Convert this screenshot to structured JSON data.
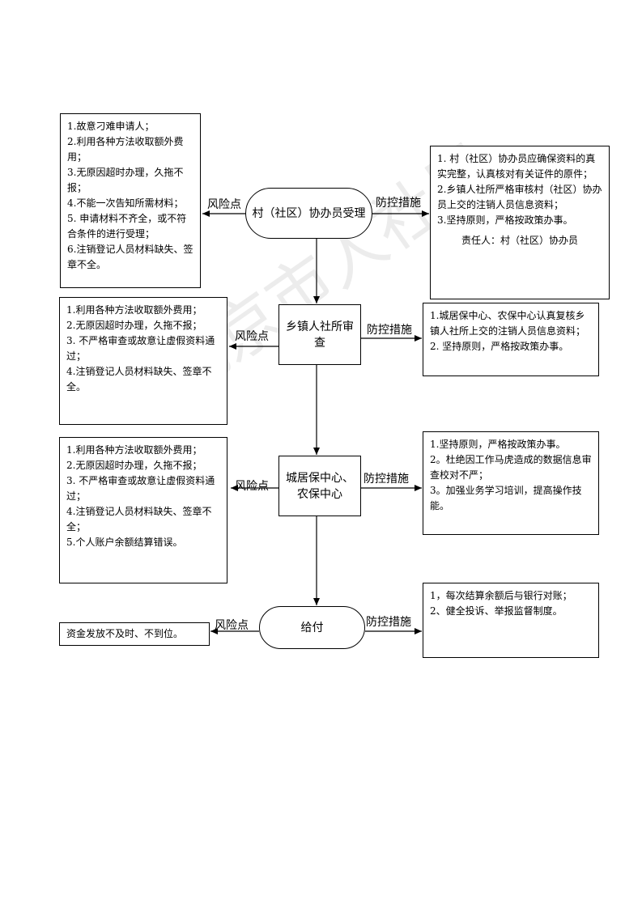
{
  "watermark": "北京市人社局",
  "labels": {
    "risk": "风险点",
    "control": "防控措施"
  },
  "steps": [
    {
      "node": "村（社区）协办员受理",
      "risks": [
        "1.故意刁难申请人；",
        "2.利用各种方法收取额外费用；",
        "3.无原因超时办理，久拖不报；",
        "4.不能一次告知所需材料；",
        "5. 申请材料不齐全，或不符合条件的进行受理；",
        "6.注销登记人员材料缺失、签章不全。"
      ],
      "controls": [
        "1. 村（社区）协办员应确保资料的真实完整，认真核对有关证件的原件；",
        "2.乡镇人社所严格审核村（社区）协办员上交的注销人员信息资料；",
        "3.坚持原则，严格按政策办事。"
      ],
      "responsible": "责任人：村（社区）协办员"
    },
    {
      "node": "乡镇人社所审查",
      "risks": [
        "1.利用各种方法收取额外费用；",
        "2.无原因超时办理，久拖不报；",
        "3. 不严格审查或故意让虚假资料通过；",
        "4.注销登记人员材料缺失、签章不全。"
      ],
      "controls": [
        "1.城居保中心、农保中心认真复核乡镇人社所上交的注销人员信息资料；",
        "2. 坚持原则，严格按政策办事。"
      ]
    },
    {
      "node": "城居保中心、农保中心",
      "risks": [
        "1.利用各种方法收取额外费用；",
        "2.无原因超时办理，久拖不报；",
        "3. 不严格审查或故意让虚假资料通过；",
        "4.注销登记人员材料缺失、签章不全；",
        "5.个人账户余额结算错误。"
      ],
      "controls": [
        "1.坚持原则，严格按政策办事。",
        "2。杜绝因工作马虎造成的数据信息审查校对不严；",
        "3。加强业务学习培训，提高操作技能。"
      ]
    },
    {
      "node": "给付",
      "risks": [
        "资金发放不及时、不到位。"
      ],
      "controls": [
        "1，每次结算余额后与银行对账；",
        "2、健全投诉、举报监督制度。"
      ]
    }
  ]
}
